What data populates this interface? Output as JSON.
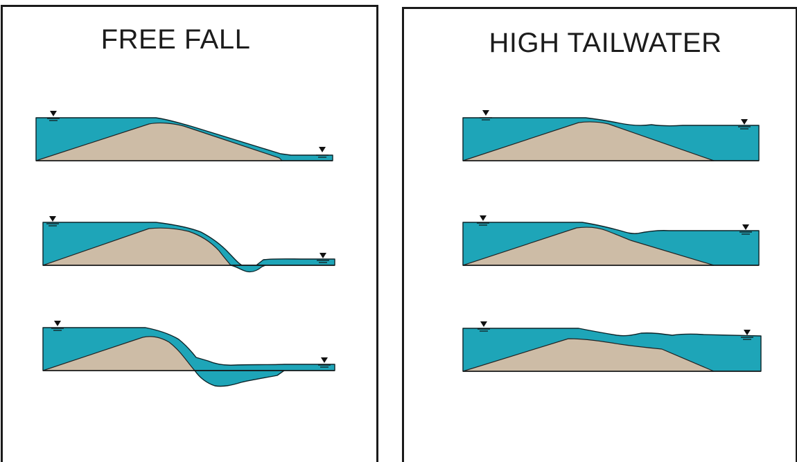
{
  "panels": [
    {
      "title": "FREE FALL",
      "stages": 3
    },
    {
      "title": "HIGH TAILWATER",
      "stages": 3
    }
  ],
  "colors": {
    "water": "#1ea5b8",
    "embankment": "#cdbca6",
    "outline": "#141414"
  },
  "icons": [
    "water-surface-marker-icon"
  ]
}
